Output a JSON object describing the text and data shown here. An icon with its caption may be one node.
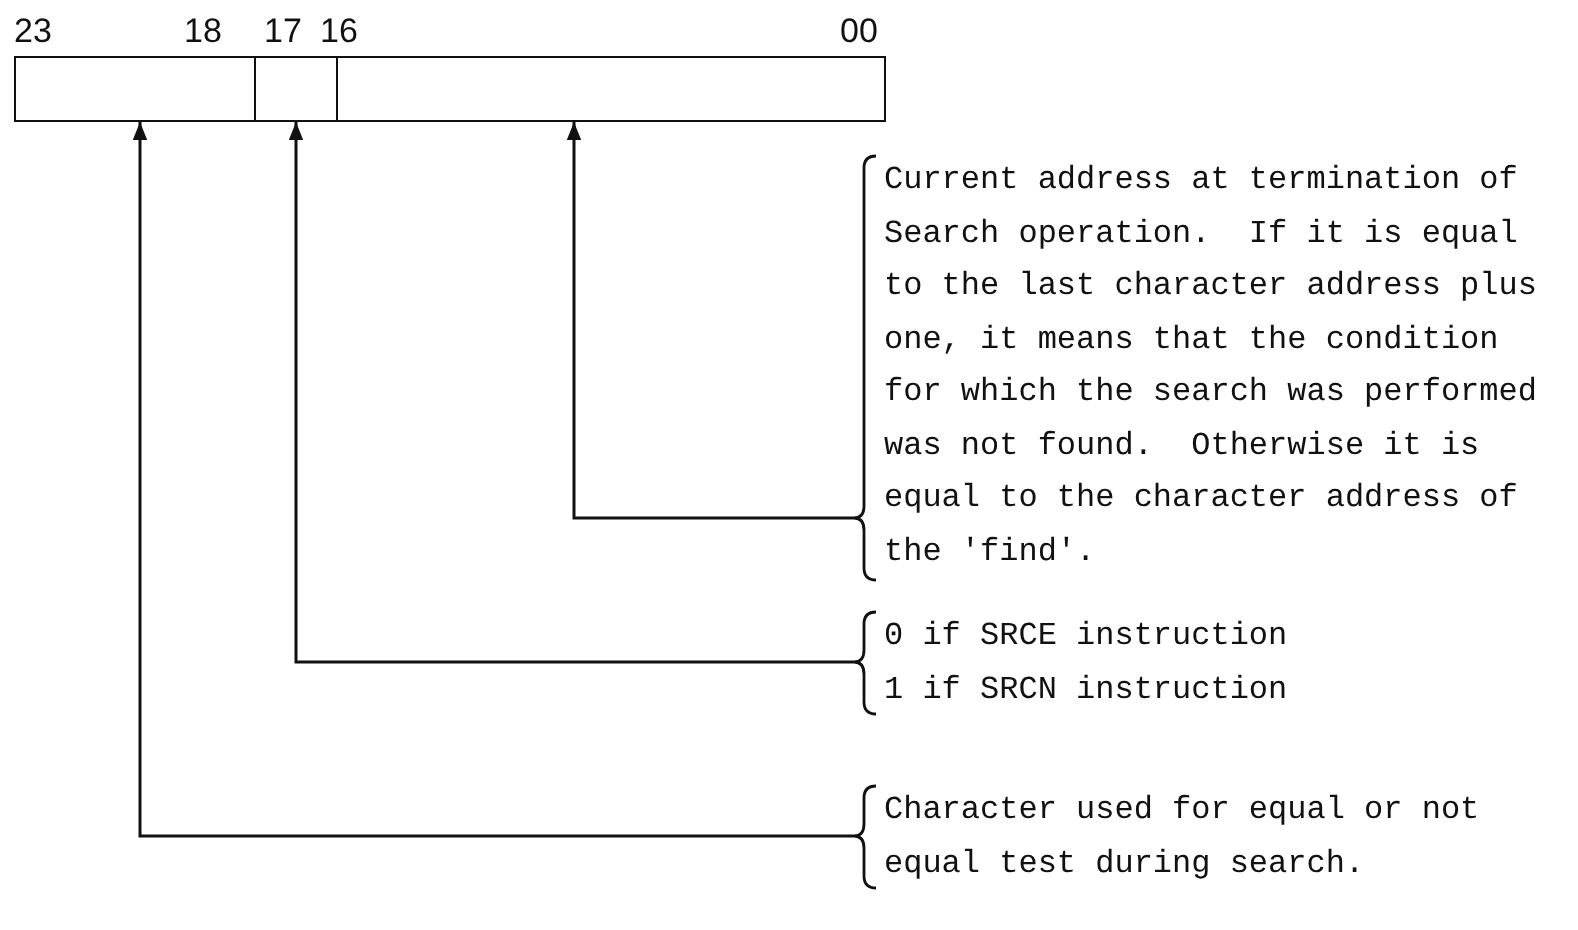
{
  "diagram": {
    "nodes": [
      {
        "text": [],
        "shape": "box"
      },
      {
        "text": [],
        "shape": "box"
      },
      {
        "text": [],
        "shape": "box"
      },
      {
        "text": [
          "Current address at termination of Search operation.  If it is equal to the last character address plus one, it means that the condition for which the search was performed was not found.  Otherwise it is equal to the character address of the 'find'."
        ]
      },
      {
        "text": [
          "0 if SRCE instruction",
          "1 if SRCN instruction"
        ]
      },
      {
        "text": [
          "Character used for equal or not equal test during search."
        ]
      }
    ],
    "edges": [
      {
        "from": 3,
        "to": 2,
        "arrow": "to"
      },
      {
        "from": 4,
        "to": 1,
        "arrow": "to"
      },
      {
        "from": 5,
        "to": 0,
        "arrow": "to"
      }
    ],
    "labels": [
      "23",
      "18",
      "17",
      "16",
      "00"
    ]
  }
}
